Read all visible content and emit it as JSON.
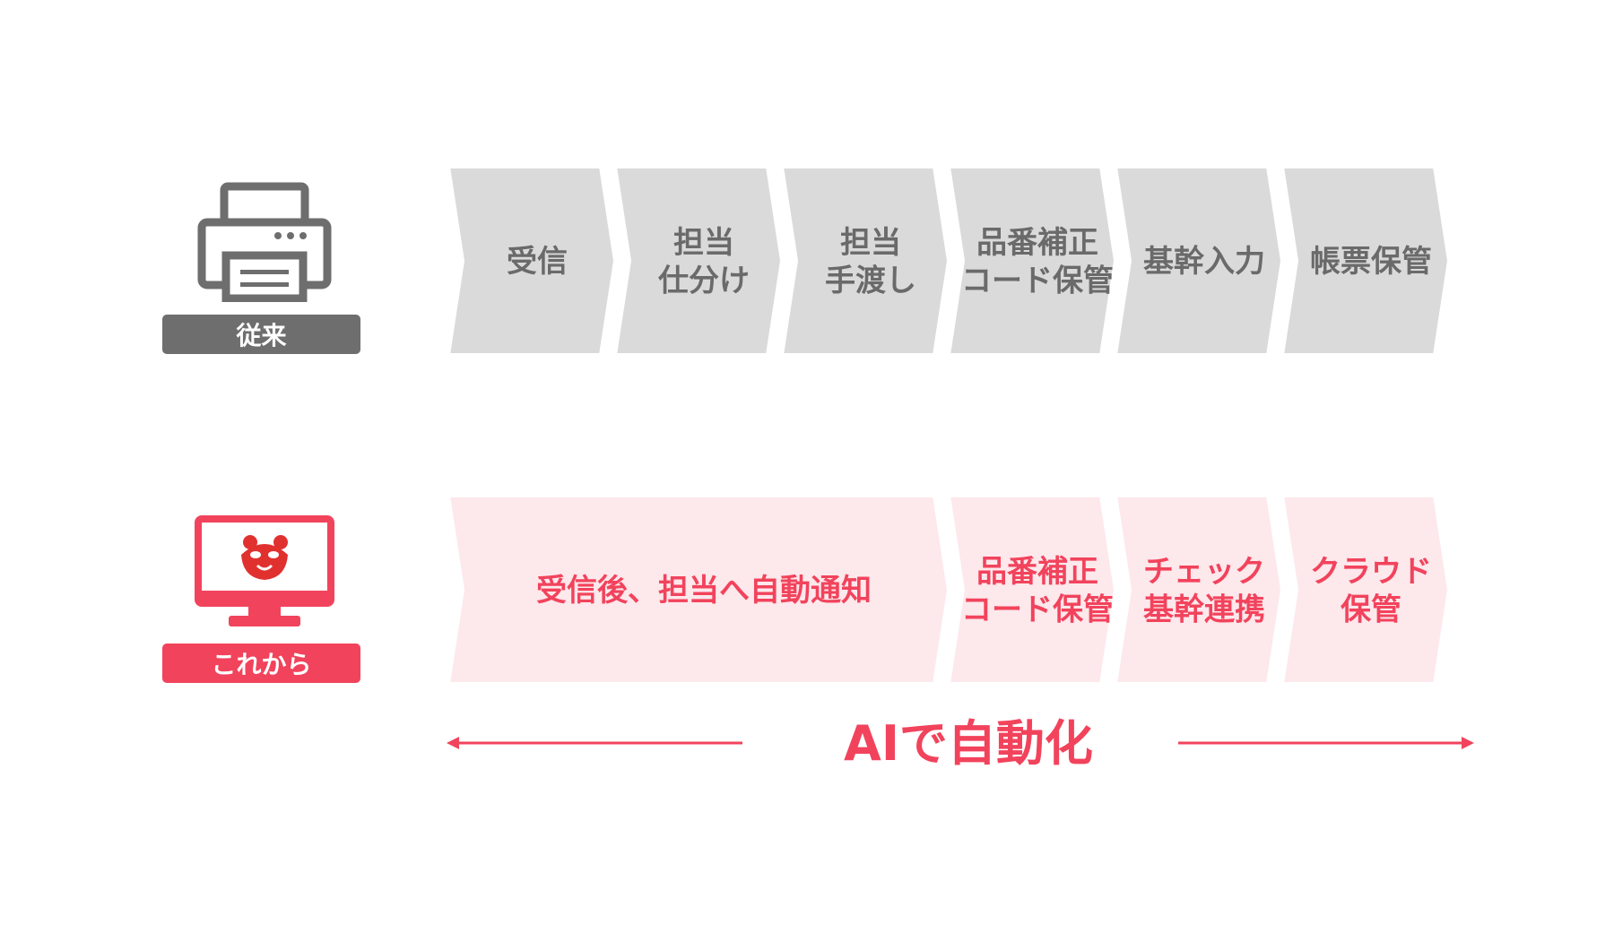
{
  "legacy": {
    "label": "従来",
    "icon": "printer-icon",
    "steps": [
      {
        "lines": [
          "受信"
        ]
      },
      {
        "lines": [
          "担当",
          "仕分け"
        ]
      },
      {
        "lines": [
          "担当",
          "手渡し"
        ]
      },
      {
        "lines": [
          "品番補正",
          "コード保管"
        ]
      },
      {
        "lines": [
          "基幹入力"
        ]
      },
      {
        "lines": [
          "帳票保管"
        ]
      }
    ]
  },
  "future": {
    "label": "これから",
    "icon": "monitor-icon",
    "steps": [
      {
        "lines": [
          "受信後、担当へ自動通知"
        ],
        "span": 3
      },
      {
        "lines": [
          "品番補正",
          "コード保管"
        ],
        "span": 1
      },
      {
        "lines": [
          "チェック",
          "基幹連携"
        ],
        "span": 1
      },
      {
        "lines": [
          "クラウド",
          "保管"
        ],
        "span": 1
      }
    ]
  },
  "automation": {
    "label": "AIで自動化"
  },
  "colors": {
    "legacy_fill": "#dadada",
    "legacy_text": "#6a6a6a",
    "legacy_label": "#6e6e6e",
    "future_fill": "#fde8ec",
    "accent": "#f2435c"
  }
}
